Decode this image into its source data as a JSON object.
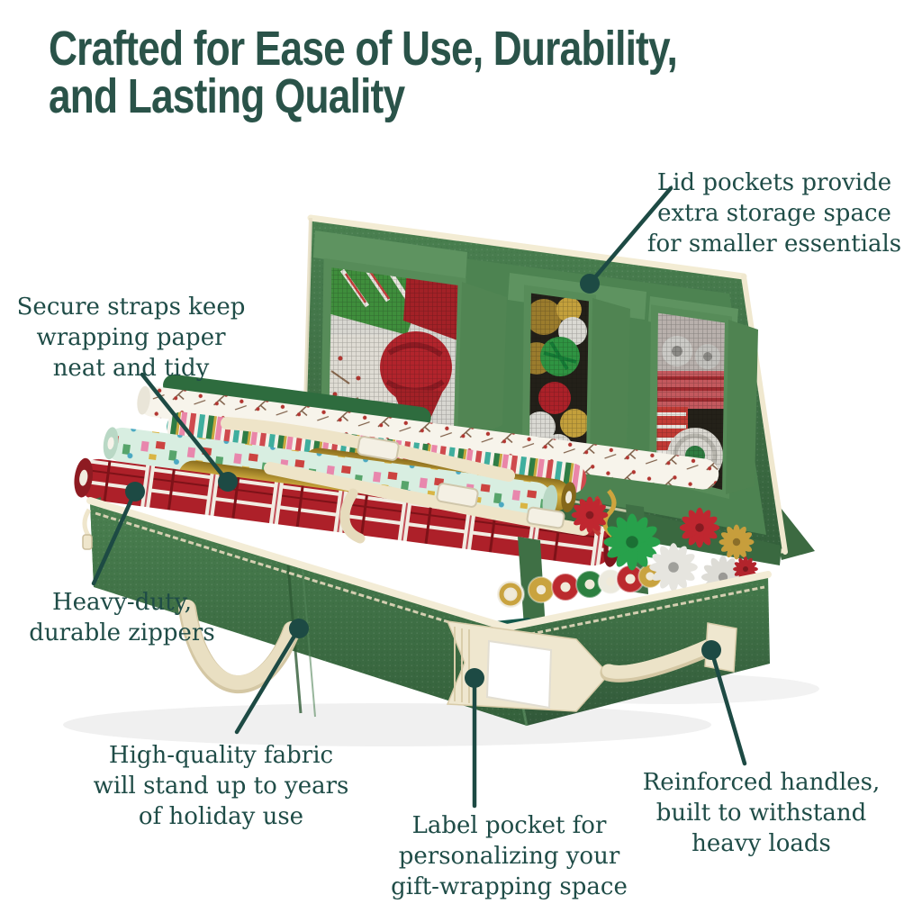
{
  "title": {
    "text": "Crafted for Ease of Use, Durability,\nand Lasting Quality"
  },
  "callouts": {
    "lid_pockets": {
      "text": "Lid pockets provide\nextra storage space\nfor smaller essentials"
    },
    "secure_straps": {
      "text": "Secure straps keep\nwrapping paper\nneat and tidy"
    },
    "zippers": {
      "text": "Heavy-duty,\ndurable zippers"
    },
    "fabric": {
      "text": "High-quality fabric\nwill stand up to years\nof holiday use"
    },
    "label_pocket": {
      "text": "Label pocket for\npersonalizing your\ngift-wrapping space"
    },
    "handles": {
      "text": "Reinforced handles,\nbuilt to withstand\nheavy loads"
    }
  },
  "colors": {
    "background": "#ffffff",
    "heading_text": "#2a5349",
    "callout_text": "#1f4c47",
    "callout_line": "#1d4a44",
    "fabric_green": "#4a7f4e",
    "fabric_green_dark": "#35613c",
    "trim_cream": "#f1e9d2",
    "mesh_dark": "#262320",
    "accent_red": "#b2242c",
    "accent_gold": "#c9a33f",
    "accent_mint": "#d8eee1"
  }
}
